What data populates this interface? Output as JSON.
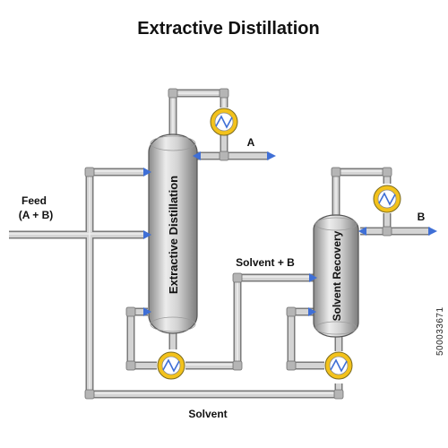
{
  "title": "Extractive Distillation",
  "labels": {
    "feed_line1": "Feed",
    "feed_line2": "(A + B)",
    "product_a": "A",
    "product_b": "B",
    "solvent_plus_b": "Solvent +  B",
    "solvent": "Solvent",
    "column1": "Extractive Distillation",
    "column2": "Solvent Recovery"
  },
  "stock_id": "500033671",
  "colors": {
    "pipe": "#c8c8c8",
    "pipe_edge": "#7a7a7a",
    "arrow": "#3f6fd6",
    "heat_exchanger": "#f3c21b",
    "heat_exchanger_inner": "#ffffff",
    "vessel_light": "#e6e6e6",
    "vessel_dark": "#8c8c8c"
  }
}
